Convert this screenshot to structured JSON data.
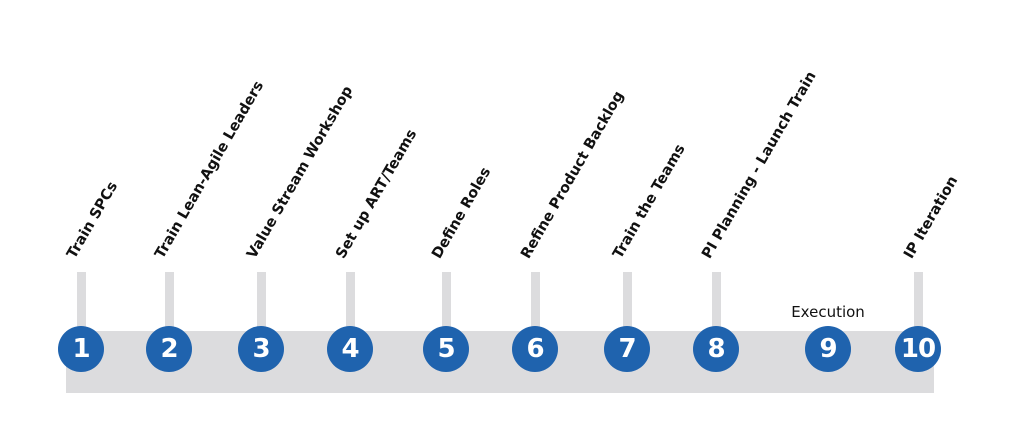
{
  "steps": [
    {
      "number": "1",
      "label": "Train SPCs"
    },
    {
      "number": "2",
      "label": "Train Lean-Agile Leaders"
    },
    {
      "number": "3",
      "label": "Value Stream Workshop"
    },
    {
      "number": "4",
      "label": "Set up ART/Teams"
    },
    {
      "number": "5",
      "label": "Define Roles"
    },
    {
      "number": "6",
      "label": "Refine Product Backlog"
    },
    {
      "number": "7",
      "label": "Train the Teams"
    },
    {
      "number": "8",
      "label": "PI Planning - Launch Train"
    },
    {
      "number": "9",
      "label": ""
    },
    {
      "number": "10",
      "label": "IP Iteration"
    }
  ],
  "execution_label": "Execution",
  "colors": {
    "circle": "#1f63ae",
    "track": "#dcdcde",
    "label_text": "#111111",
    "number_text": "#ffffff"
  }
}
